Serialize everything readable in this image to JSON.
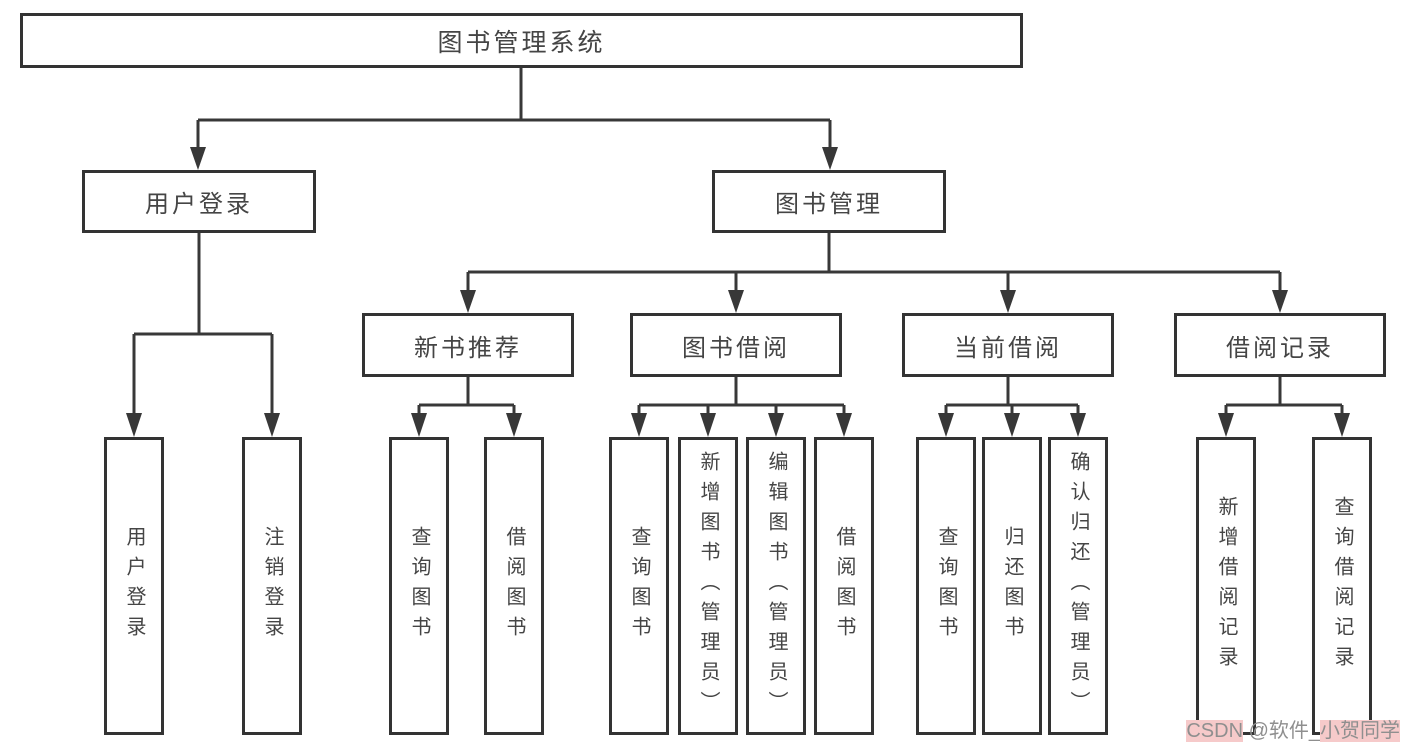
{
  "tree": {
    "root": {
      "label": "图书管理系统"
    },
    "login": {
      "label": "用户登录",
      "children": [
        "用户登录",
        "注销登录"
      ]
    },
    "management": {
      "label": "图书管理"
    },
    "sections": [
      {
        "label": "新书推荐",
        "children": [
          "查询图书",
          "借阅图书"
        ]
      },
      {
        "label": "图书借阅",
        "children": [
          "查询图书",
          "新增图书（管理员）",
          "编辑图书（管理员）",
          "借阅图书"
        ]
      },
      {
        "label": "当前借阅",
        "children": [
          "查询图书",
          "归还图书",
          "确认归还（管理员）"
        ]
      },
      {
        "label": "借阅记录",
        "children": [
          "新增借阅记录",
          "查询借阅记录"
        ]
      }
    ]
  },
  "watermark": {
    "prefix": "CSDN",
    "middle": " @软件_",
    "suffix": "小贺同学"
  },
  "colors": {
    "line": "#383838",
    "box_border": "#333333",
    "text": "#454545",
    "watermark_text": "#8f8f8f",
    "watermark_highlight": "#f6caca"
  }
}
